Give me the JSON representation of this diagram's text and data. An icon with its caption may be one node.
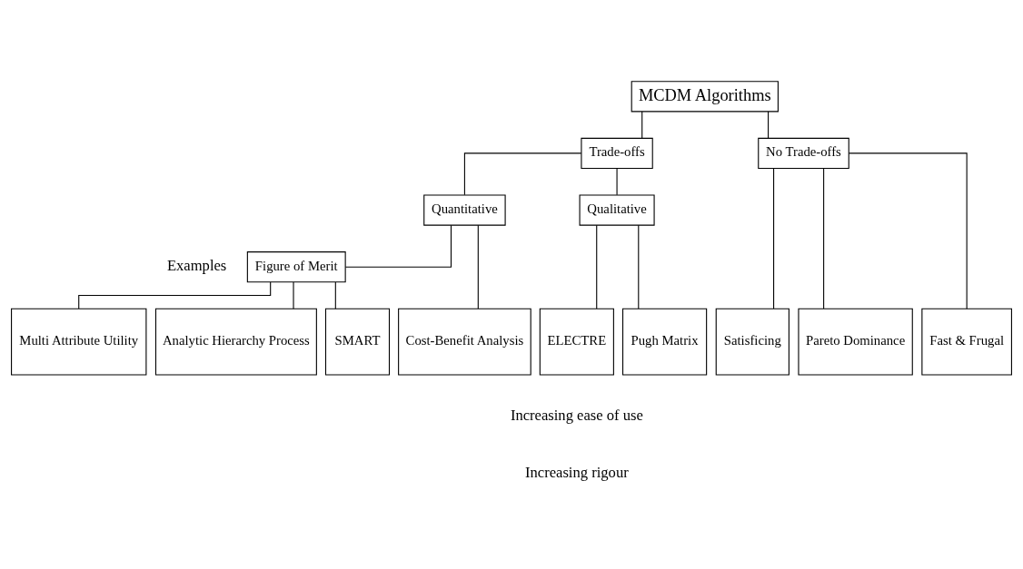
{
  "diagram": {
    "nodes": [
      {
        "text": [
          "MCDM Algorithms"
        ]
      },
      {
        "text": [
          "Trade-offs"
        ]
      },
      {
        "text": [
          "No Trade-offs"
        ]
      },
      {
        "text": [
          "Quantitative"
        ]
      },
      {
        "text": [
          "Qualitative"
        ]
      },
      {
        "text": [
          "Figure of Merit"
        ]
      },
      {
        "text": [
          "Multi Attribute Utility"
        ]
      },
      {
        "text": [
          "Analytic Hierarchy Process"
        ]
      },
      {
        "text": [
          "SMART"
        ]
      },
      {
        "text": [
          "Cost-Benefit Analysis"
        ]
      },
      {
        "text": [
          "ELECTRE"
        ]
      },
      {
        "text": [
          "Pugh Matrix"
        ]
      },
      {
        "text": [
          "Satisficing"
        ]
      },
      {
        "text": [
          "Pareto Dominance"
        ]
      },
      {
        "text": [
          "Fast & Frugal"
        ]
      }
    ],
    "edges": [
      {
        "from": 0,
        "to": 1,
        "arrow": "none"
      },
      {
        "from": 0,
        "to": 2,
        "arrow": "none"
      },
      {
        "from": 1,
        "to": 3,
        "arrow": "none"
      },
      {
        "from": 1,
        "to": 4,
        "arrow": "none"
      },
      {
        "from": 3,
        "to": 5,
        "arrow": "none"
      },
      {
        "from": 3,
        "to": 9,
        "arrow": "none"
      },
      {
        "from": 5,
        "to": 6,
        "arrow": "none"
      },
      {
        "from": 5,
        "to": 7,
        "arrow": "none"
      },
      {
        "from": 5,
        "to": 8,
        "arrow": "none"
      },
      {
        "from": 4,
        "to": 10,
        "arrow": "none"
      },
      {
        "from": 4,
        "to": 11,
        "arrow": "none"
      },
      {
        "from": 2,
        "to": 12,
        "arrow": "none"
      },
      {
        "from": 2,
        "to": 13,
        "arrow": "none"
      },
      {
        "from": 2,
        "to": 14,
        "arrow": "none"
      }
    ],
    "labels": [
      "Examples",
      "Increasing ease of use",
      "Increasing rigour"
    ]
  }
}
